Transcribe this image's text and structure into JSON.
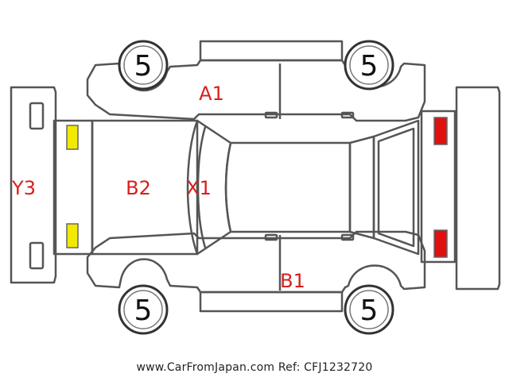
{
  "diagram": {
    "labels": {
      "a1": "A1",
      "b2": "B2",
      "x1": "X1",
      "y3": "Y3",
      "b1": "B1"
    },
    "tires": {
      "front_left": "5",
      "front_right": "5",
      "rear_left": "5",
      "rear_right": "5"
    },
    "colors": {
      "label": "#d81e1e",
      "front_lights": "#f2ea00",
      "rear_lights": "#e01010",
      "outline": "#555555"
    }
  },
  "footer": {
    "text": "www.CarFromJapan.com Ref: CFJ1232720"
  }
}
